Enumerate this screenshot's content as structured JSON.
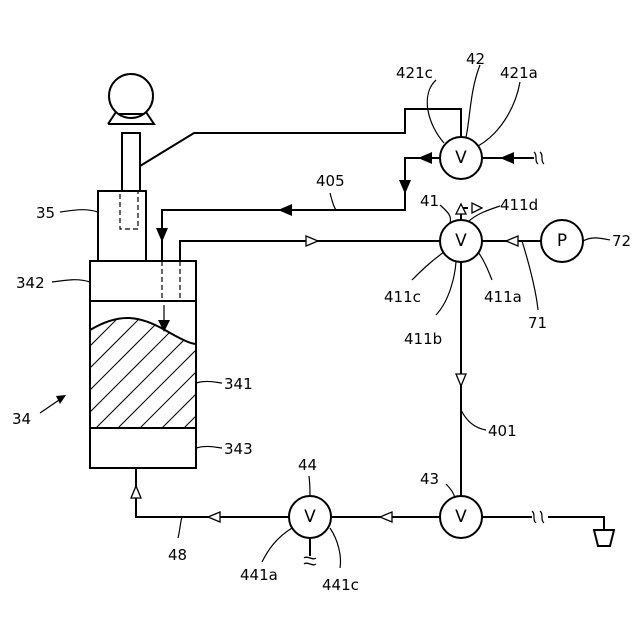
{
  "valve_symbol": "V",
  "pump_symbol": "P",
  "labels": {
    "ref_34": "34",
    "ref_35": "35",
    "ref_341": "341",
    "ref_342": "342",
    "ref_343": "343",
    "ref_401": "401",
    "ref_405": "405",
    "ref_41": "41",
    "ref_411a": "411a",
    "ref_411b": "411b",
    "ref_411c": "411c",
    "ref_411d": "411d",
    "ref_42": "42",
    "ref_421a": "421a",
    "ref_421c": "421c",
    "ref_43": "43",
    "ref_44": "44",
    "ref_441a": "441a",
    "ref_441c": "441c",
    "ref_48": "48",
    "ref_71": "71",
    "ref_72": "72"
  },
  "colors": {
    "line": "#000000",
    "background": "#ffffff"
  }
}
